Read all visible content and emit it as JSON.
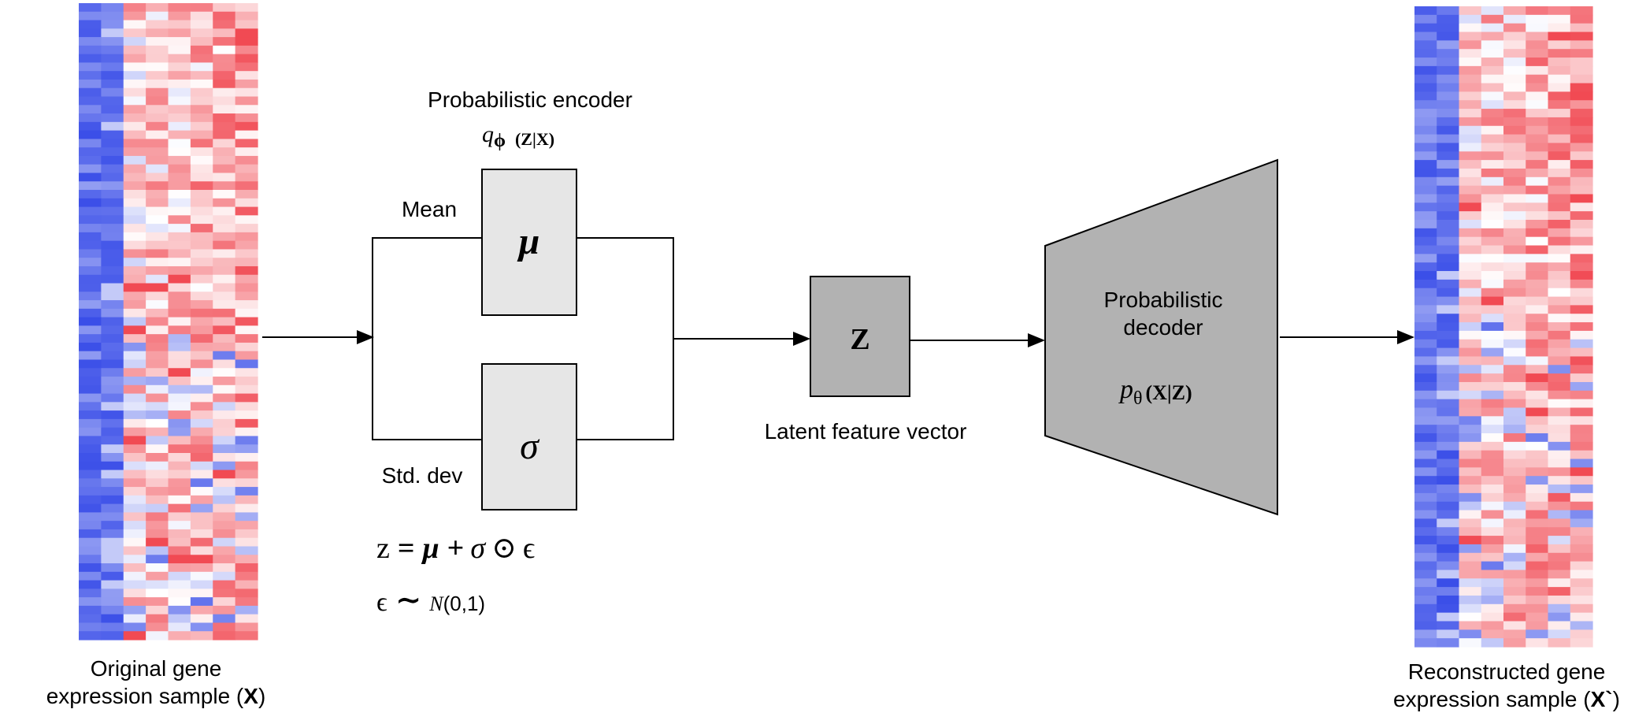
{
  "input_heatmap": {
    "caption_line1": "Original gene",
    "caption_line2_prefix": "expression sample (",
    "caption_symbol": "X",
    "caption_line2_suffix": ")",
    "rows": 75,
    "cols": 8
  },
  "encoder": {
    "title": "Probabilistic encoder",
    "dist_symbol": "q",
    "dist_subscript": "ϕ",
    "dist_args": "(Z|X)",
    "mean_label": "Mean",
    "mean_symbol": "μ",
    "std_label": "Std. dev",
    "std_symbol": "σ"
  },
  "reparam": {
    "z": "z",
    "equals": "=",
    "mu": "μ",
    "plus": "+",
    "sigma": "σ",
    "hadamard": "⊙",
    "eps": "ϵ",
    "eps2": "ϵ",
    "tilde": "∼",
    "normal": "N",
    "normal_args": "(0,1)"
  },
  "latent": {
    "symbol": "Z",
    "label": "Latent feature vector"
  },
  "decoder": {
    "title_line1": "Probabilistic",
    "title_line2": "decoder",
    "dist_symbol": "p",
    "dist_subscript": "θ",
    "dist_args": "(X|Z)"
  },
  "output_heatmap": {
    "caption_line1": "Reconstructed gene",
    "caption_line2_prefix": "expression sample (",
    "caption_symbol": "X`",
    "caption_line2_suffix": ")",
    "rows": 75,
    "cols": 8
  },
  "colors": {
    "box_light": "#e6e6e6",
    "box_dark": "#b2b2b2",
    "line": "#000000",
    "heat_blue": "#3a4ee8",
    "heat_red": "#f0404a",
    "heat_white": "#ffffff"
  }
}
